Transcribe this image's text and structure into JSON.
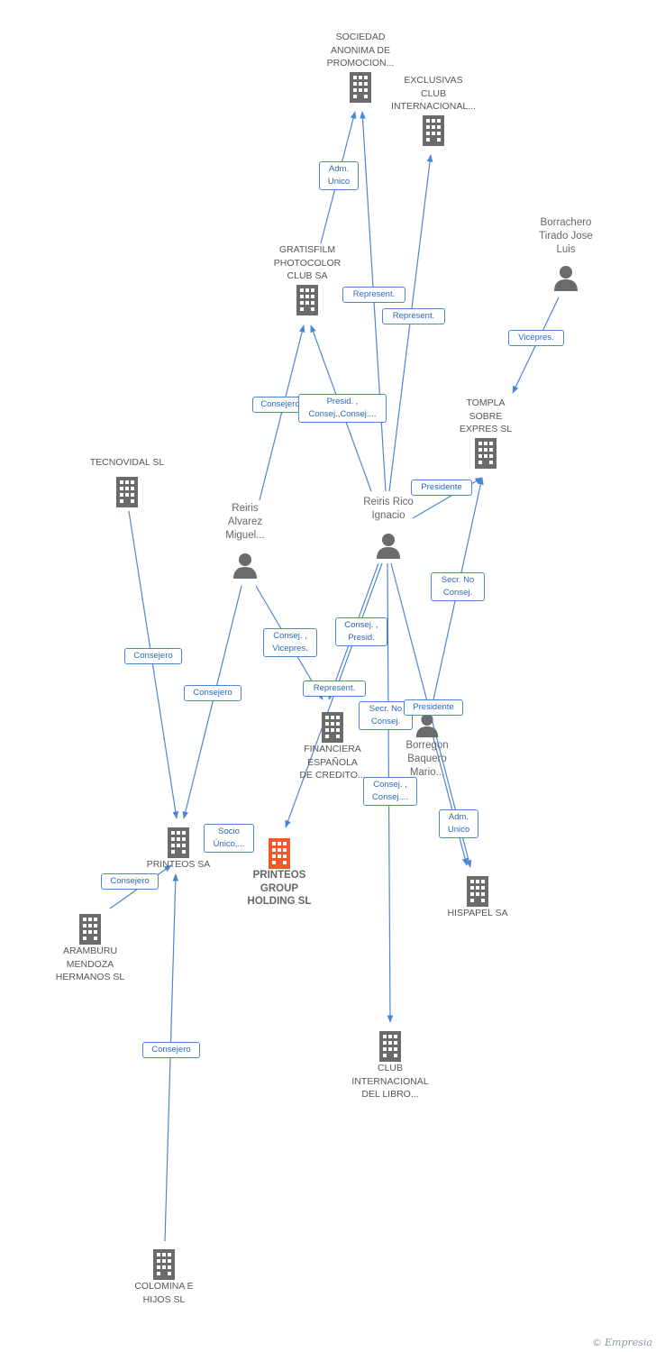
{
  "colors": {
    "edge": "#4a86d6",
    "node": "#6b6b6b",
    "focus": "#f05a28",
    "label_text": "#2a6ab8"
  },
  "nodes": {
    "sociedad": {
      "label": "SOCIEDAD\nANONIMA DE\nPROMOCION...",
      "icon": "building-icon"
    },
    "exclusivas": {
      "label": "EXCLUSIVAS\nCLUB\nINTERNACIONAL...",
      "icon": "building-icon"
    },
    "gratisfilm": {
      "label": "GRATISFILM\nPHOTOCOLOR\nCLUB SA",
      "icon": "building-icon"
    },
    "borrachero": {
      "label": "Borrachero\nTirado Jose\nLuis",
      "icon": "person-icon"
    },
    "tompla": {
      "label": "TOMPLA\nSOBRE\nEXPRES SL",
      "icon": "building-icon"
    },
    "tecnovidal": {
      "label": "TECNOVIDAL SL",
      "icon": "building-icon"
    },
    "reiris_alvarez": {
      "label": "Reiris\nAlvarez\nMiguel...",
      "icon": "person-icon"
    },
    "reiris_rico": {
      "label": "Reiris Rico\nIgnacio",
      "icon": "person-icon"
    },
    "financiera": {
      "label": "FINANCIERA\nESPAÑOLA\nDE CREDITO...",
      "icon": "building-icon"
    },
    "borregon": {
      "label": "Borregon\nBaquero\nMario...",
      "icon": "person-icon"
    },
    "printeos_sa": {
      "label": "PRINTEOS SA",
      "icon": "building-icon"
    },
    "printeos_group": {
      "label": "PRINTEOS\nGROUP\nHOLDING SL",
      "icon": "building-icon"
    },
    "hispapel": {
      "label": "HISPAPEL SA",
      "icon": "building-icon"
    },
    "aramburu": {
      "label": "ARAMBURU\nMENDOZA\nHERMANOS SL",
      "icon": "building-icon"
    },
    "club_libro": {
      "label": "CLUB\nINTERNACIONAL\nDEL LIBRO...",
      "icon": "building-icon"
    },
    "colomina": {
      "label": "COLOMINA E\nHIJOS SL",
      "icon": "building-icon"
    }
  },
  "relations": {
    "adm_unico_top": "Adm.\nUnico",
    "represent_1": "Represent.",
    "represent_2": "Represent.",
    "vicepres": "Vicepres.",
    "consejero_gratis": "Consejero",
    "presid_consej": "Presid. ,\nConsej.,Consej....",
    "presidente_tompla": "Presidente",
    "secr_no_consej_1": "Secr. No\nConsej.",
    "consejero_tecno": "Consejero",
    "consej_vicepres": "Consej. ,\nVicepres.",
    "consej_presid": "Consej. ,\nPresid.",
    "consejero_alvarez": "Consejero",
    "represent_3": "Represent.",
    "secr_no_consej_2": "Secr. No\nConsej.",
    "presidente_borregon": "Presidente",
    "consej_consej": "Consej. ,\nConsej....",
    "adm_unico_hispapel": "Adm.\nUnico",
    "socio_unico": "Socio\nÚnico,...",
    "consejero_aramburu": "Consejero",
    "consejero_colomina": "Consejero"
  },
  "brand": {
    "symbol": "©",
    "name": "Empresia"
  }
}
